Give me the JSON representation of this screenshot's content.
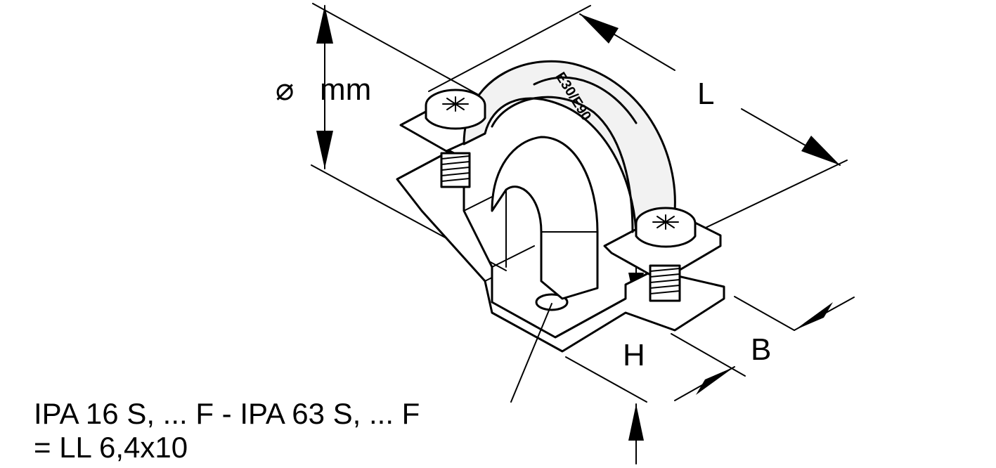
{
  "labels": {
    "diameter_symbol": "⌀",
    "diameter_unit": "mm",
    "length": "L",
    "height": "H",
    "width": "B",
    "stamp": "E30/E90"
  },
  "caption": {
    "line1": "IPA 16 S, ... F - IPA 63 S, ... F",
    "line2": "= LL 6,4x10"
  }
}
